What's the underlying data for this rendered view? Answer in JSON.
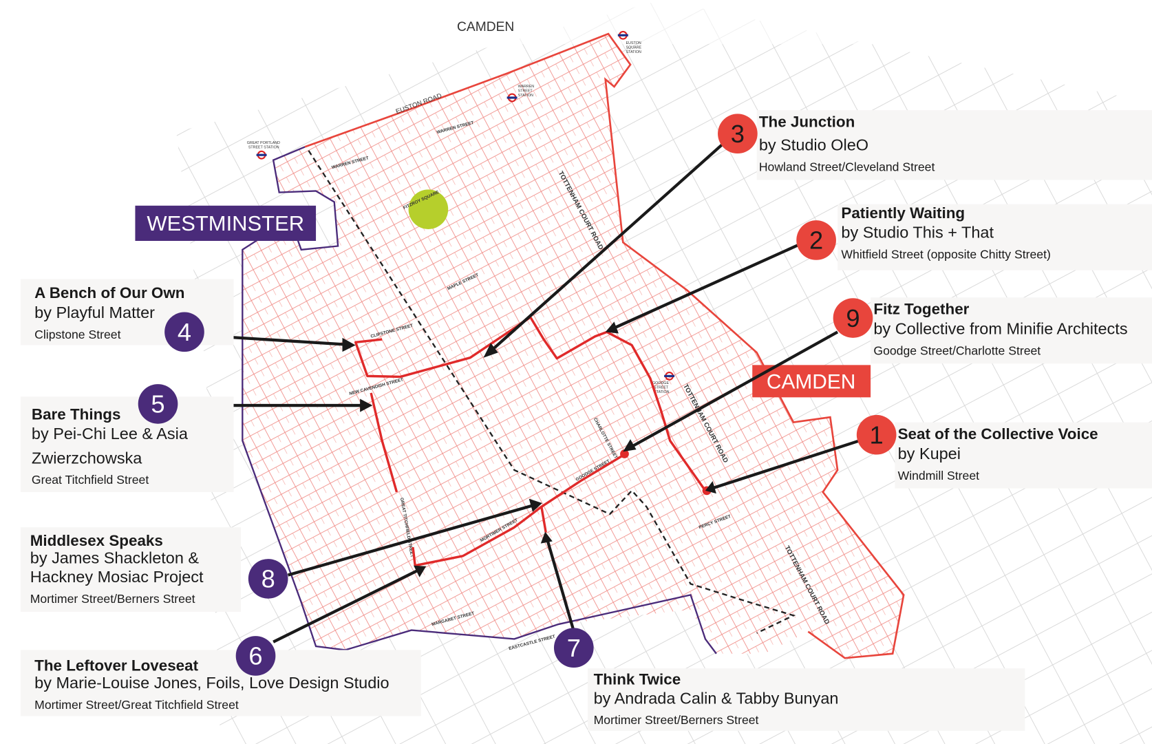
{
  "map": {
    "borough_top": "CAMDEN",
    "westminster_label": "WESTMINSTER",
    "camden_label": "CAMDEN",
    "colors": {
      "camden": "#e8453c",
      "westminster": "#4a2b7a",
      "park": "#b6cf2c",
      "route": "#e02a2a"
    },
    "streets": {
      "euston_road": "EUSTON ROAD",
      "tottenham_court_road": "TOTTENHAM COURT ROAD",
      "warren_street": "WARREN STREET",
      "fitzroy_square": "FITZROY SQUARE",
      "maple_street": "MAPLE STREET",
      "goodge_street": "GOODGE STREET",
      "mortimer_street": "MORTIMER STREET",
      "margaret_street": "MARGARET STREET",
      "eastcastle_street": "EASTCASTLE STREET",
      "clipstone_street": "CLIPSTONE STREET",
      "new_cavendish_street": "NEW CAVENDISH STREET",
      "great_titchfield_street": "GREAT TITCHFIELD STREET",
      "charlotte_street": "CHARLOTTE STREET",
      "percy_street": "PERCY STREET"
    },
    "stations": {
      "great_portland": [
        "GREAT PORTLAND",
        "STREET STATION"
      ],
      "warren": [
        "WARREN",
        "STREET",
        "STATION"
      ],
      "euston_square": [
        "EUSTON",
        "SQUARE",
        "STATION"
      ],
      "goodge": [
        "GOODGE",
        "STREET",
        "STATION"
      ]
    }
  },
  "installations": [
    {
      "number": "1",
      "title": "Seat of the Collective Voice",
      "by": "by Kupei",
      "location": "Windmill Street",
      "borough": "camden"
    },
    {
      "number": "2",
      "title": "Patiently Waiting",
      "by": "by Studio This + That",
      "location": "Whitfield Street (opposite Chitty Street)",
      "borough": "camden"
    },
    {
      "number": "3",
      "title": "The Junction",
      "by": "by Studio OleO",
      "location": "Howland Street/Cleveland Street",
      "borough": "camden"
    },
    {
      "number": "4",
      "title": "A Bench of Our Own",
      "by": "by Playful Matter",
      "location": "Clipstone Street",
      "borough": "westminster"
    },
    {
      "number": "5",
      "title": "Bare Things",
      "by": "by Pei-Chi Lee & Asia",
      "by2": "Zwierzchowska",
      "location": "Great Titchfield Street",
      "borough": "westminster"
    },
    {
      "number": "6",
      "title": "The Leftover Loveseat",
      "by": "by Marie-Louise Jones, Foils, Love Design Studio",
      "location": "Mortimer Street/Great Titchfield Street",
      "borough": "westminster"
    },
    {
      "number": "7",
      "title": "Think Twice",
      "by": "by Andrada Calin & Tabby Bunyan",
      "location": "Mortimer Street/Berners Street",
      "borough": "westminster"
    },
    {
      "number": "8",
      "title": "Middlesex Speaks",
      "by": "by James Shackleton &",
      "by2": "Hackney Mosiac Project",
      "location": "Mortimer Street/Berners Street",
      "borough": "westminster"
    },
    {
      "number": "9",
      "title": "Fitz Together",
      "by": "by Collective from Minifie Architects",
      "location": "Goodge Street/Charlotte Street",
      "borough": "camden"
    }
  ]
}
